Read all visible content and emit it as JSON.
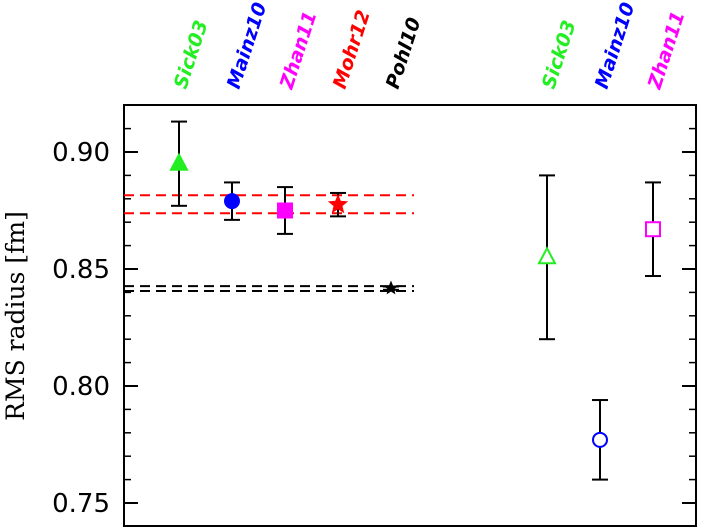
{
  "chart_data": {
    "type": "scatter",
    "title": "",
    "xlabel": "",
    "ylabel": "RMS radius [fm]",
    "ylim": [
      0.74,
      0.92
    ],
    "y_ticks": [
      "0.75",
      "0.80",
      "0.85",
      "0.90"
    ],
    "y_tick_values": [
      0.75,
      0.8,
      0.85,
      0.9
    ],
    "grid": false,
    "bands": [
      {
        "low": 0.8738,
        "high": 0.8815,
        "color": "#ff0000"
      },
      {
        "low": 0.8406,
        "high": 0.8427,
        "color": "#000000"
      }
    ],
    "points": [
      {
        "label": "Sick03",
        "group": "electric",
        "y": 0.895,
        "err_low": 0.018,
        "err_high": 0.018,
        "marker": "triangle",
        "filled": true,
        "color": "#22ee22"
      },
      {
        "label": "Mainz10",
        "group": "electric",
        "y": 0.879,
        "err_low": 0.008,
        "err_high": 0.008,
        "marker": "circle",
        "filled": true,
        "color": "#0000ff"
      },
      {
        "label": "Zhan11",
        "group": "electric",
        "y": 0.875,
        "err_low": 0.01,
        "err_high": 0.01,
        "marker": "square",
        "filled": true,
        "color": "#ff00ff"
      },
      {
        "label": "Mohr12",
        "group": "electric",
        "y": 0.8775,
        "err_low": 0.005,
        "err_high": 0.005,
        "marker": "star",
        "filled": true,
        "color": "#ff0000"
      },
      {
        "label": "Pohl10",
        "group": "electric",
        "y": 0.8418,
        "err_low": 0.0007,
        "err_high": 0.0007,
        "marker": "star",
        "filled": true,
        "color": "#000000"
      },
      {
        "label": "Sick03",
        "group": "magnetic",
        "y": 0.855,
        "err_low": 0.035,
        "err_high": 0.035,
        "marker": "triangle",
        "filled": false,
        "color": "#22ee22"
      },
      {
        "label": "Mainz10",
        "group": "magnetic",
        "y": 0.777,
        "err_low": 0.017,
        "err_high": 0.017,
        "marker": "circle",
        "filled": false,
        "color": "#0000ff"
      },
      {
        "label": "Zhan11",
        "group": "magnetic",
        "y": 0.867,
        "err_low": 0.02,
        "err_high": 0.02,
        "marker": "square",
        "filled": false,
        "color": "#ff00ff"
      }
    ]
  }
}
